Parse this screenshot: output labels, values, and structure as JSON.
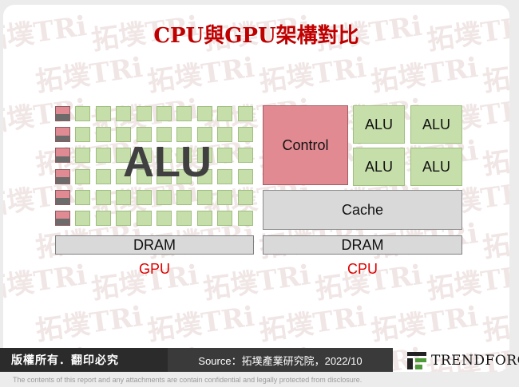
{
  "title": "CPU與GPU架構對比",
  "watermark": "拓墣TRi",
  "gpu": {
    "alu_label": "ALU",
    "dram_label": "DRAM",
    "caption": "GPU",
    "rows": 6,
    "columns": 10
  },
  "cpu": {
    "control_label": "Control",
    "alu_labels": [
      "ALU",
      "ALU",
      "ALU",
      "ALU"
    ],
    "cache_label": "Cache",
    "dram_label": "DRAM",
    "caption": "CPU"
  },
  "footer": {
    "copyright": "版權所有．翻印必究",
    "source": "Source：拓墣產業研究院，2022/10",
    "brand": "TRENDFORCE",
    "disclaimer": "The contents of this report and any attachments are contain confidential and legally protected from disclosure."
  },
  "colors": {
    "title": "#c00000",
    "caption": "#e00000",
    "alu_fill": "#c6deaa",
    "control_fill": "#e28a92",
    "cache_fill": "#d9d9d9",
    "brand_green": "#4f9a3a"
  }
}
